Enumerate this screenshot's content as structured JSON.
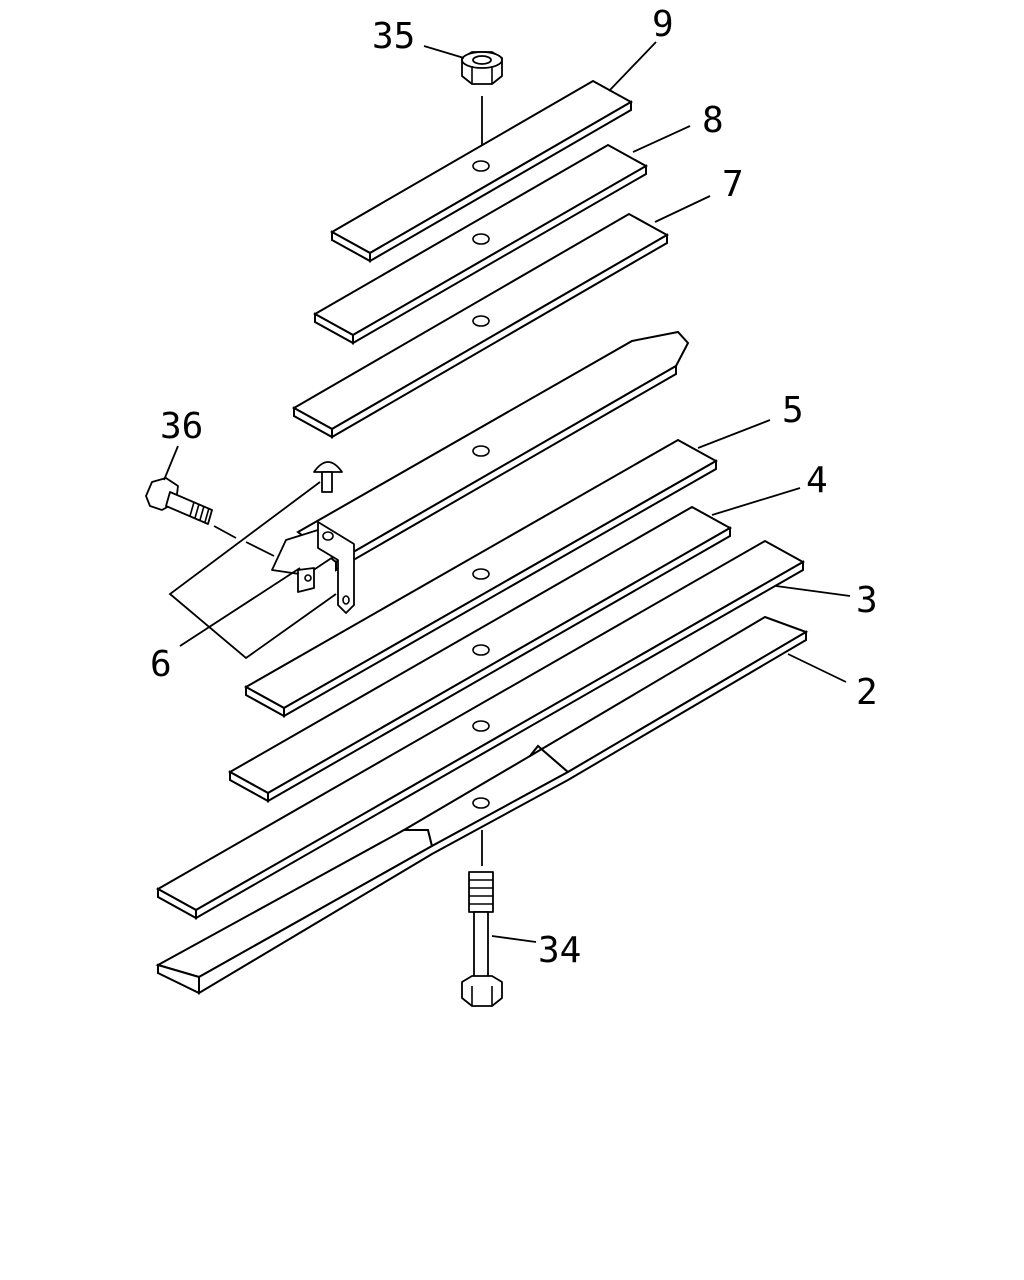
{
  "diagram": {
    "type": "exploded-parts-view",
    "callouts": {
      "c35": "35",
      "c9": "9",
      "c8": "8",
      "c7": "7",
      "c36": "36",
      "c5": "5",
      "c4": "4",
      "c3": "3",
      "c6": "6",
      "c2": "2",
      "c34": "34"
    }
  }
}
